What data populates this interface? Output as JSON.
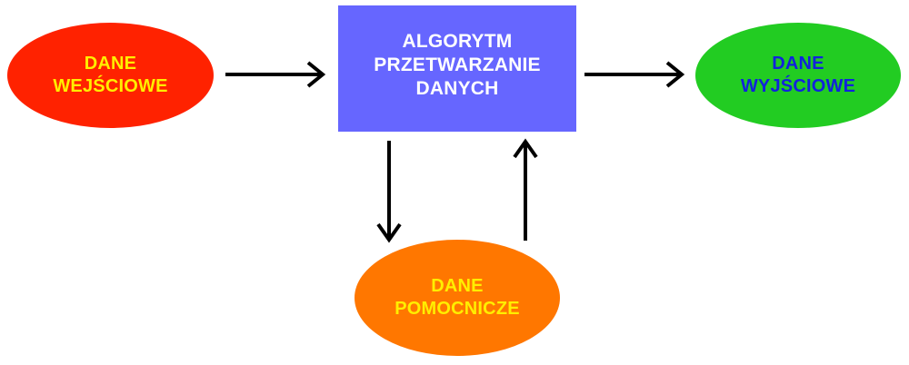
{
  "diagram": {
    "nodes": {
      "input": {
        "lines": [
          "DANE",
          "WEJŚCIOWE"
        ],
        "shape": "ellipse",
        "fill": "#ff2200",
        "text_color": "#ffee00"
      },
      "algorithm": {
        "lines": [
          "ALGORYTM",
          "PRZETWARZANIE",
          "DANYCH"
        ],
        "shape": "rectangle",
        "fill": "#6666ff",
        "text_color": "#ffffff"
      },
      "output": {
        "lines": [
          "DANE",
          "WYJŚCIOWE"
        ],
        "shape": "ellipse",
        "fill": "#22cc22",
        "text_color": "#1122dd"
      },
      "auxiliary": {
        "lines": [
          "DANE",
          "POMOCNICZE"
        ],
        "shape": "ellipse",
        "fill": "#ff7700",
        "text_color": "#ffee00"
      }
    },
    "edges": [
      {
        "from": "input",
        "to": "algorithm"
      },
      {
        "from": "algorithm",
        "to": "output"
      },
      {
        "from": "algorithm",
        "to": "auxiliary"
      },
      {
        "from": "auxiliary",
        "to": "algorithm"
      }
    ],
    "arrow_color": "#000000"
  }
}
